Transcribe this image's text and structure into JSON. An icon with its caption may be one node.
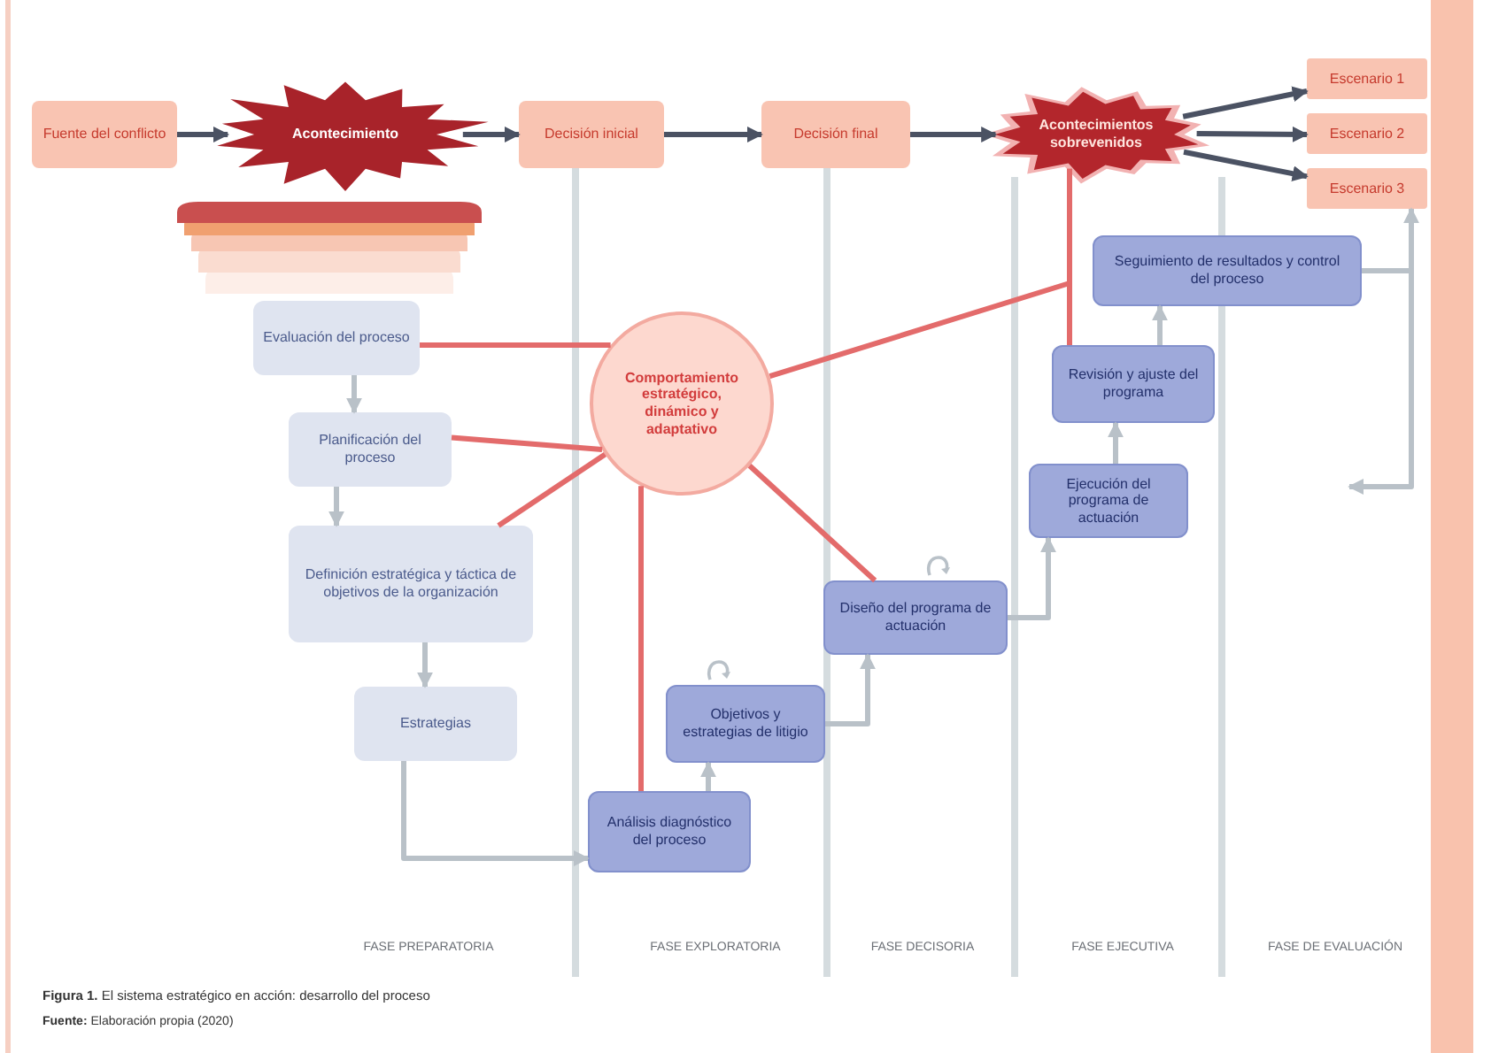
{
  "diagram": {
    "caption": "**Figura 1.** El sistema estratégico en acción: desarrollo del proceso",
    "nodes": [
      {
        "text": [
          "Fuente del conflicto"
        ]
      },
      {
        "text": [
          "Acontecimiento"
        ]
      },
      {
        "text": [
          "Decisión inicial"
        ]
      },
      {
        "text": [
          "Decisión final"
        ]
      },
      {
        "text": [
          "Acontecimientos sobrevenidos"
        ]
      },
      {
        "text": [
          "Escenario 1"
        ]
      },
      {
        "text": [
          "Escenario 2"
        ]
      },
      {
        "text": [
          "Escenario 3"
        ]
      },
      {
        "text": [
          "Evaluación del proceso"
        ]
      },
      {
        "text": [
          "Planificación del proceso"
        ]
      },
      {
        "text": [
          "Definición estratégica y táctica de objetivos de la organización"
        ]
      },
      {
        "text": [
          "Estrategias"
        ]
      },
      {
        "text": [
          "Comportamiento estratégico, dinámico y adaptativo"
        ]
      },
      {
        "text": [
          "Análisis diagnóstico del proceso"
        ]
      },
      {
        "text": [
          "Objetivos y estrategias de litigio"
        ]
      },
      {
        "text": [
          "Diseño del programa de actuación"
        ]
      },
      {
        "text": [
          "Ejecución del programa de actuación"
        ]
      },
      {
        "text": [
          "Revisión y ajuste del programa"
        ]
      },
      {
        "text": [
          "Seguimiento de resultados y control del proceso"
        ]
      },
      {
        "text": [],
        "shape": "bar"
      }
    ],
    "edges": [
      {
        "from": 0,
        "to": 1,
        "arrow": "to",
        "color": "#4b5263"
      },
      {
        "from": 1,
        "to": 2,
        "arrow": "to",
        "color": "#4b5263"
      },
      {
        "from": 2,
        "to": 3,
        "arrow": "to",
        "color": "#4b5263"
      },
      {
        "from": 3,
        "to": 4,
        "arrow": "to",
        "color": "#4b5263"
      },
      {
        "from": 4,
        "to": 5,
        "arrow": "to",
        "color": "#4b5263"
      },
      {
        "from": 4,
        "to": 6,
        "arrow": "to",
        "color": "#4b5263"
      },
      {
        "from": 4,
        "to": 7,
        "arrow": "to",
        "color": "#4b5263"
      },
      {
        "from": 12,
        "to": 8,
        "arrow": "none",
        "color": "#e36b6b"
      },
      {
        "from": 12,
        "to": 9,
        "arrow": "none",
        "color": "#e36b6b"
      },
      {
        "from": 12,
        "to": 10,
        "arrow": "none",
        "color": "#e36b6b"
      },
      {
        "from": 12,
        "to": 13,
        "arrow": "none",
        "color": "#e36b6b"
      },
      {
        "from": 12,
        "to": 15,
        "arrow": "none",
        "color": "#e36b6b"
      },
      {
        "from": 12,
        "to": 4,
        "arrow": "none",
        "color": "#e36b6b"
      },
      {
        "from": 4,
        "to": 17,
        "arrow": "none",
        "color": "#e36b6b"
      },
      {
        "from": 8,
        "to": 9,
        "arrow": "to"
      },
      {
        "from": 9,
        "to": 10,
        "arrow": "to"
      },
      {
        "from": 10,
        "to": 11,
        "arrow": "to"
      },
      {
        "from": 11,
        "to": 13,
        "arrow": "to"
      },
      {
        "from": 13,
        "to": 14,
        "arrow": "to"
      },
      {
        "from": 14,
        "to": 15,
        "arrow": "to"
      },
      {
        "from": 15,
        "to": 16,
        "arrow": "to"
      },
      {
        "from": 16,
        "to": 17,
        "arrow": "to"
      },
      {
        "from": 17,
        "to": 18,
        "arrow": "to"
      },
      {
        "from": 18,
        "to": 7,
        "arrow": "to"
      },
      {
        "from": 18,
        "to": null,
        "arrow": "to"
      }
    ],
    "labels": [
      "FASE PREPARATORIA",
      "FASE EXPLORATORIA",
      "FASE DECISORIA",
      "FASE EJECUTIVA",
      "FASE DE EVALUACIÓN",
      "**Fuente:** Elaboración propia (2020)"
    ]
  }
}
